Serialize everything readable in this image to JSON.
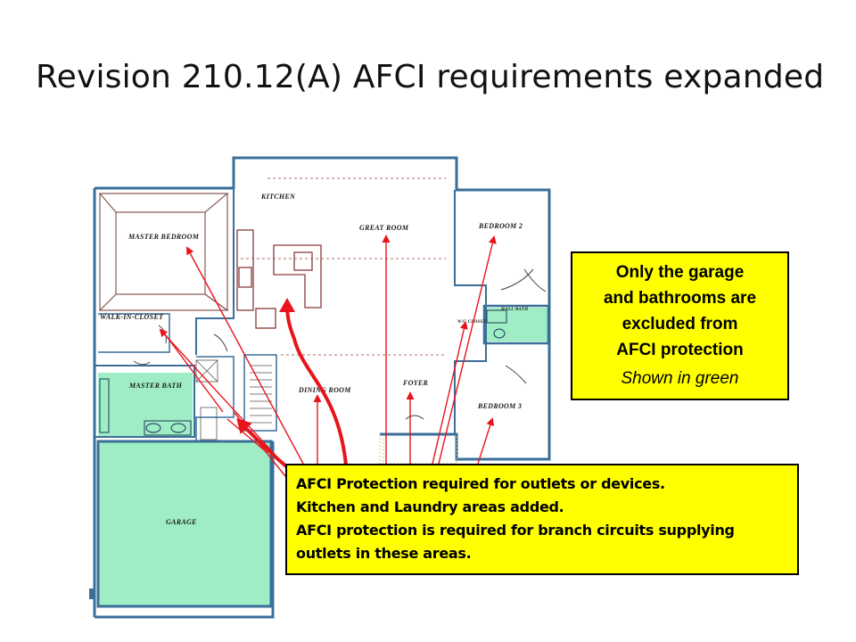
{
  "slide": {
    "title": "Revision 210.12(A)  AFCI requirements expanded"
  },
  "floor_plan": {
    "rooms": {
      "kitchen": "KITCHEN",
      "great_room": "GREAT ROOM",
      "bedroom_2": "BEDROOM 2",
      "master_bedroom": "MASTER BEDROOM",
      "walk_in_closet": "WALK-IN-CLOSET",
      "master_bath": "MASTER BATH",
      "dining_room": "DINING ROOM",
      "foyer": "FOYER",
      "bedroom_3": "BEDROOM 3",
      "garage": "GARAGE",
      "wic_small": "W/C CLOSET",
      "hall_bath": "HALL BATH"
    },
    "colors": {
      "wall": "#3a6f9a",
      "excluded_area": "#9fedc4",
      "arrow": "#e8141b",
      "callout_fill": "#ffff00"
    }
  },
  "callouts": {
    "excluded": {
      "lines": [
        "Only the garage",
        "and bathrooms are",
        "excluded from",
        "AFCI protection"
      ],
      "note": "Shown in green"
    },
    "required": {
      "lines": [
        "AFCI Protection required for outlets or devices.",
        "Kitchen and Laundry areas added.",
        "AFCI protection is required for branch circuits supplying",
        "outlets in these areas."
      ]
    }
  }
}
